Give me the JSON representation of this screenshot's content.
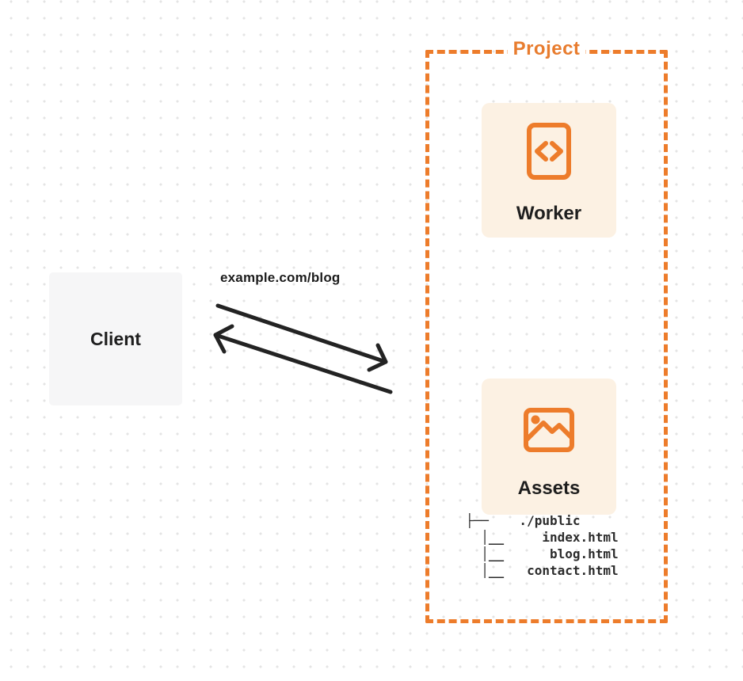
{
  "diagram": {
    "project": {
      "label": "Project"
    },
    "worker": {
      "label": "Worker",
      "icon": "code-file-icon"
    },
    "assets": {
      "label": "Assets",
      "icon": "image-icon"
    },
    "client": {
      "label": "Client"
    },
    "request": {
      "label": "example.com/blog"
    },
    "file_tree": {
      "text": "├──    ./public\n  │__     index.html\n  │__      blog.html\n  │__   contact.html"
    },
    "colors": {
      "accent_orange": "#ed7c2b",
      "card_fill": "#fcf1e3",
      "client_fill": "#f6f6f7",
      "arrow": "#232323",
      "text_dark": "#1e1e1e",
      "dot_grid": "#e4e4e4"
    }
  }
}
